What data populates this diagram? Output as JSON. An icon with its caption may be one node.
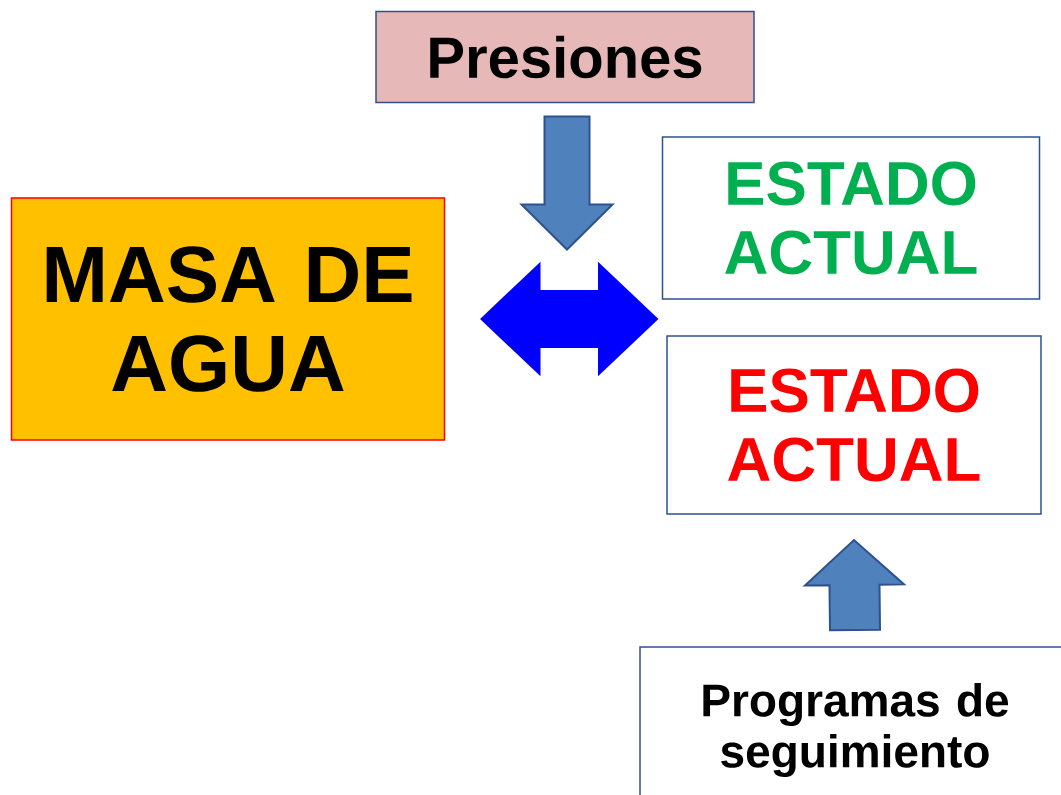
{
  "diagram": {
    "nodes": [
      {
        "text": [
          "Presiones"
        ]
      },
      {
        "text": [
          "MASA DE AGUA"
        ]
      },
      {
        "text": [
          "ESTADO ACTUAL"
        ]
      },
      {
        "text": [
          "ESTADO ACTUAL"
        ]
      },
      {
        "text": [
          "Programas de seguimiento"
        ]
      }
    ],
    "edges": [
      {
        "from": 0,
        "to": null,
        "arrow": "to"
      },
      {
        "from": 1,
        "to": 2,
        "arrow": "both",
        "color": "#0000ff"
      },
      {
        "from": 4,
        "to": 3,
        "arrow": "to"
      }
    ]
  }
}
